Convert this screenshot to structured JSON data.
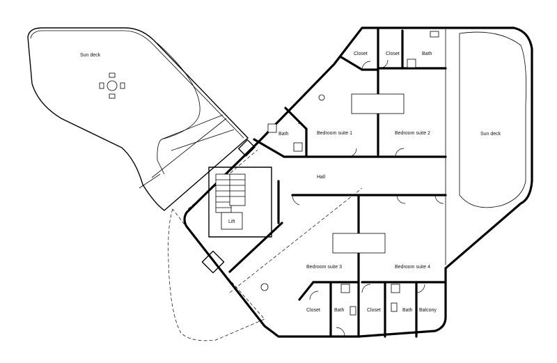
{
  "rooms": {
    "sun_deck_left": "Sun deck",
    "sun_deck_right": "Sun deck",
    "closet_top_1": "Closet",
    "closet_top_2": "Closet",
    "bath_top_right": "Bath",
    "bath_suite1": "Bath",
    "bedroom_suite_1": "Bedroom suite 1",
    "bedroom_suite_2": "Bedroom suite 2",
    "hall": "Hall",
    "lift": "Lift",
    "bedroom_suite_3": "Bedroom suite 3",
    "bedroom_suite_4": "Bedroom suite 4",
    "closet_bottom_1": "Closet",
    "bath_bottom_1": "Bath",
    "closet_bottom_2": "Closet",
    "bath_bottom_2": "Bath",
    "balcony": "Balcony"
  },
  "icons": {
    "table": "round-table-with-four-chairs-icon",
    "bed": "bed-icon",
    "bathtub": "bathtub-icon",
    "toilet": "toilet-icon",
    "stair": "staircase-icon"
  }
}
